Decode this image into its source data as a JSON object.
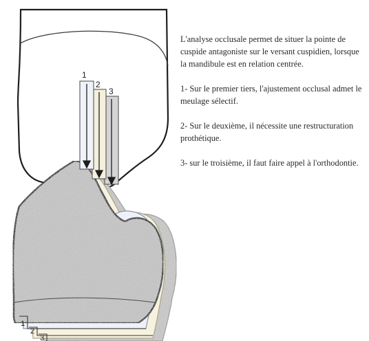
{
  "diagram": {
    "labels": {
      "top_1": "1",
      "top_2": "2",
      "top_3": "3",
      "bottom_1": "1",
      "bottom_2": "2",
      "bottom_3": "3"
    }
  },
  "text": {
    "intro": "L'analyse occlusale permet de situer la pointe de cuspide antagoniste sur le versant cuspidien, lorsque la mandibule est en relation centrée.",
    "item_1": "1- Sur le premier tiers, l'ajustement occlusal admet le meulage sélectif.",
    "item_2": "2- Sur le deuxième, il nécessite une restructuration prothétique.",
    "item_3": "3- sur le troisième, il faut faire appel à l'orthodontie."
  },
  "colors": {
    "outline": "#1e1e1e",
    "tooth_fill": "#ffffff",
    "zone_1": "#eef2f8",
    "zone_2": "#f6f2de",
    "zone_3": "#cfcfcf",
    "text": "#2a2a2a"
  }
}
